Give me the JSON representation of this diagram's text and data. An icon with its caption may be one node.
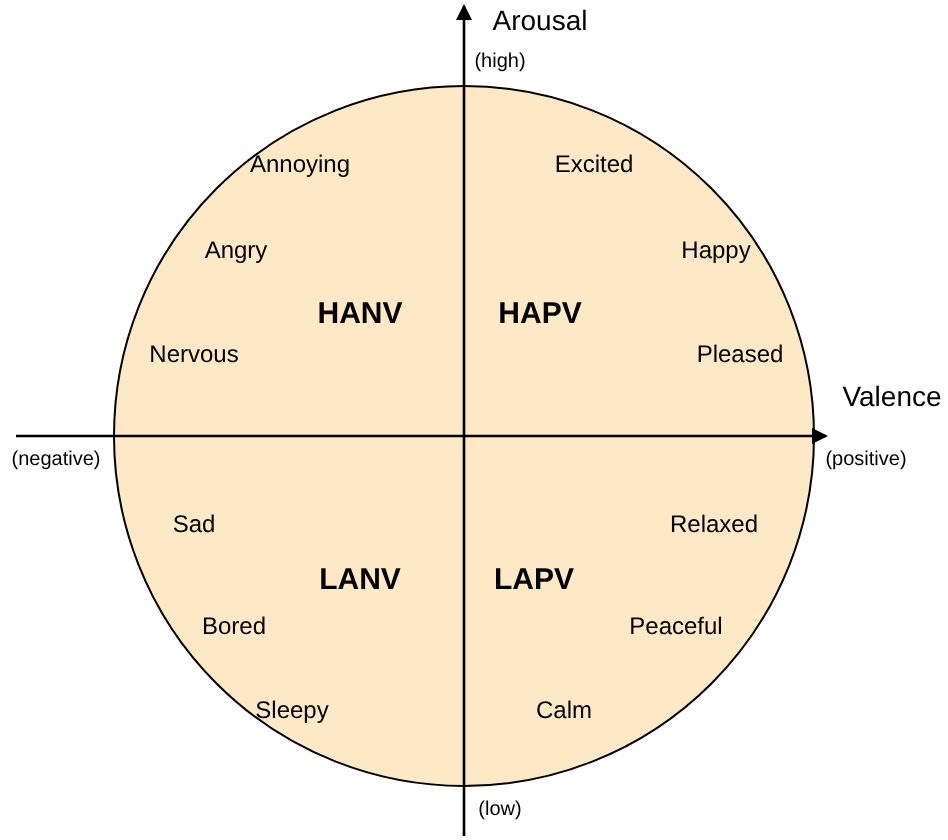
{
  "diagram": {
    "labels": [
      "Arousal",
      "(high)",
      "Annoying",
      "Excited",
      "Angry",
      "Happy",
      "HANV",
      "HAPV",
      "Nervous",
      "Pleased",
      "Valence",
      "(negative)",
      "(positive)",
      "Sad",
      "Relaxed",
      "LANV",
      "LAPV",
      "Bored",
      "Peaceful",
      "Sleepy",
      "Calm",
      "(low)"
    ]
  }
}
